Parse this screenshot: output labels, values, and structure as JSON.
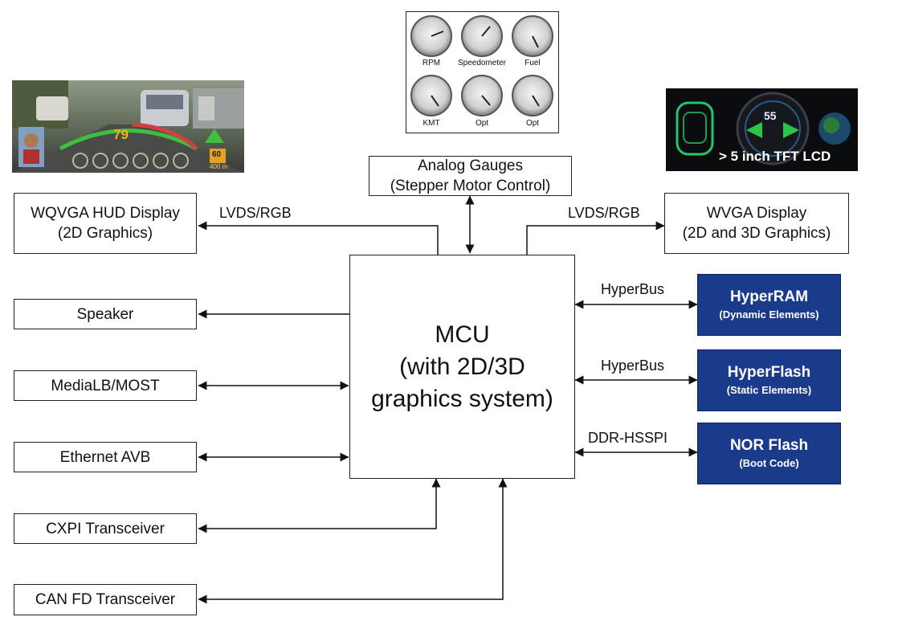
{
  "blocks": {
    "hud": {
      "line1": "WQVGA HUD Display",
      "line2": "(2D Graphics)"
    },
    "speaker": {
      "label": "Speaker"
    },
    "medialb": {
      "label": "MediaLB/MOST"
    },
    "ethernet": {
      "label": "Ethernet AVB"
    },
    "cxpi": {
      "label": "CXPI Transceiver"
    },
    "canfd": {
      "label": "CAN FD Transceiver"
    },
    "gauges": {
      "line1": "Analog Gauges",
      "line2": "(Stepper Motor Control)"
    },
    "wvga": {
      "line1": "WVGA Display",
      "line2": "(2D and 3D Graphics)"
    },
    "mcu": {
      "line1": "MCU",
      "line2": "(with 2D/3D",
      "line3": "graphics system)"
    },
    "hyperram": {
      "title": "HyperRAM",
      "subtitle": "(Dynamic Elements)"
    },
    "hyperflash": {
      "title": "HyperFlash",
      "subtitle": "(Static Elements)"
    },
    "norflash": {
      "title": "NOR Flash",
      "subtitle": "(Boot Code)"
    }
  },
  "links": {
    "hud": "LVDS/RGB",
    "wvga": "LVDS/RGB",
    "hyperram": "HyperBus",
    "hyperflash": "HyperBus",
    "norflash": "DDR-HSSPI"
  },
  "gauge_panel": {
    "labels": [
      "RPM",
      "Speedometer",
      "Fuel",
      "KMT",
      "Opt",
      "Opt"
    ]
  },
  "tft_photo": {
    "caption": "> 5 inch TFT LCD",
    "speed": "55"
  },
  "hud_photo": {
    "speed": "79",
    "sign": "60",
    "distance": "400 m"
  },
  "colors": {
    "memory_block": "#1a3a8c",
    "line": "#111111"
  }
}
